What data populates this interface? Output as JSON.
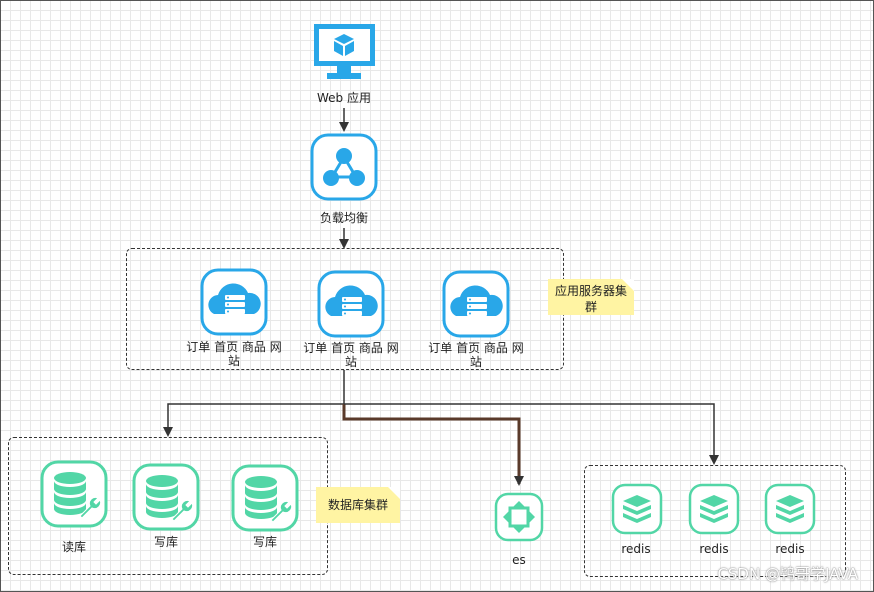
{
  "nodes": {
    "web": "Web 应用",
    "lb": "负载均衡",
    "app1": "订单 首页 商品 网站",
    "app2": "订单 首页 商品 网站",
    "app3": "订单 首页 商品 网站",
    "db_read": "读库",
    "db_write1": "写库",
    "db_write2": "写库",
    "es": "es",
    "redis1": "redis",
    "redis2": "redis",
    "redis3": "redis"
  },
  "notes": {
    "app_cluster": "应用服务器集群",
    "db_cluster": "数据库集群"
  },
  "watermark": "CSDN @鸨哥学JAVA",
  "colors": {
    "cyan_icon": "#29a7e8",
    "green_icon": "#52d6a6",
    "note_bg": "#fff4a3",
    "arrow": "#333333"
  }
}
